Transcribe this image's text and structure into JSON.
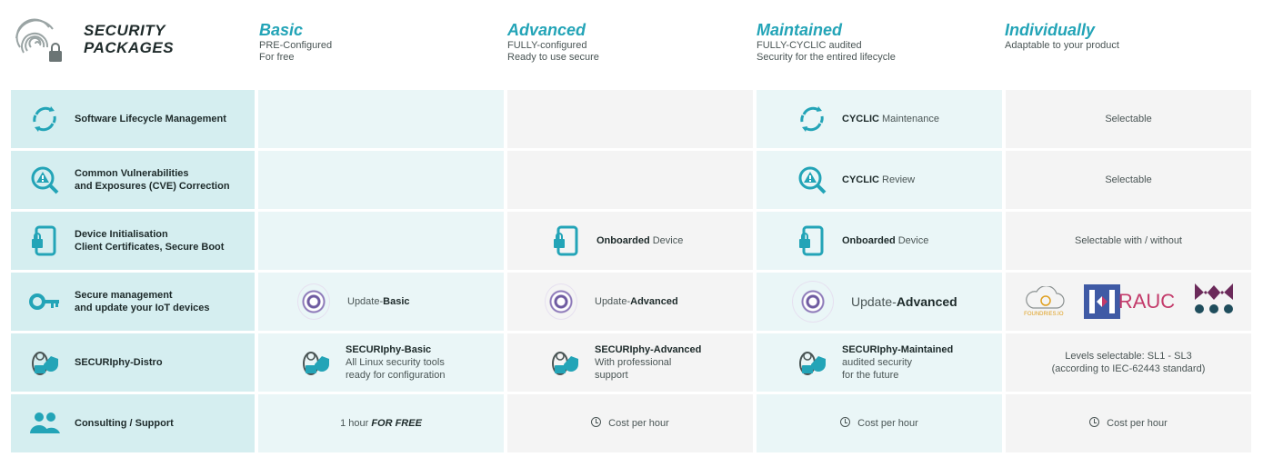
{
  "header": {
    "title_line1": "SECURITY",
    "title_line2": "PACKAGES",
    "packages": [
      {
        "name": "Basic",
        "sub1": "PRE-Configured",
        "sub2": "For free"
      },
      {
        "name": "Advanced",
        "sub1": "FULLY-configured",
        "sub2": "Ready to use secure"
      },
      {
        "name": "Maintained",
        "sub1": "FULLY-CYCLIC audited",
        "sub2": "Security for the entired lifecycle"
      },
      {
        "name": "Individually",
        "sub1": "Adaptable to your product",
        "sub2": ""
      }
    ]
  },
  "rows": [
    {
      "label1": "Software Lifecycle Management",
      "label2": "",
      "icon": "cycle-arrows-icon"
    },
    {
      "label1": "Common Vulnerabilities",
      "label2": "and Exposures (CVE) Correction",
      "icon": "magnifier-warning-icon"
    },
    {
      "label1": "Device Initialisation",
      "label2": "Client Certificates, Secure Boot",
      "icon": "device-lock-icon"
    },
    {
      "label1": "Secure management",
      "label2": "and update your IoT devices",
      "icon": "key-icon"
    },
    {
      "label1": "SECURIphy-Distro",
      "label2": "",
      "icon": "tux-shield-icon"
    },
    {
      "label1": "Consulting / Support",
      "label2": "",
      "icon": "people-icon"
    }
  ],
  "cells": {
    "maintained_cycle": {
      "bold": "CYCLIC",
      "rest": " Maintenance"
    },
    "maintained_cve": {
      "bold": "CYCLIC",
      "rest": " Review"
    },
    "individual_cycle": "Selectable",
    "individual_cve": "Selectable",
    "advanced_device": {
      "bold": "Onboarded",
      "rest": " Device"
    },
    "maintained_device": {
      "bold": "Onboarded",
      "rest": " Device"
    },
    "individual_device": "Selectable with / without",
    "basic_update": {
      "pre": "Update-",
      "bold": "Basic"
    },
    "advanced_update": {
      "pre": "Update-",
      "bold": "Advanced"
    },
    "maintained_update": {
      "pre": "Update-",
      "bold": "Advanced"
    },
    "individual_update_logos": {
      "foundries": "FOUNDRIES.IO",
      "rauc": "RAUC"
    },
    "basic_distro": {
      "title": "SECURIphy-Basic",
      "l1": "All Linux security tools",
      "l2": "ready for configuration"
    },
    "advanced_distro": {
      "title": "SECURIphy-Advanced",
      "l1": "With professional",
      "l2": "support"
    },
    "maintained_distro": {
      "title": "SECURIphy-Maintained",
      "l1": "audited security",
      "l2": "for the future"
    },
    "individual_distro": {
      "l1": "Levels selectable: SL1 - SL3",
      "l2": "(according to IEC-62443 standard)"
    },
    "basic_support": {
      "pre": "1 hour ",
      "bold": "FOR FREE"
    },
    "advanced_support": "Cost per hour",
    "maintained_support": "Cost per hour",
    "individual_support": "Cost per hour"
  },
  "colors": {
    "accent": "#23a4b7",
    "rowhead": "#d5eef0",
    "light": "#eaf6f7",
    "grey": "#f4f4f4"
  }
}
